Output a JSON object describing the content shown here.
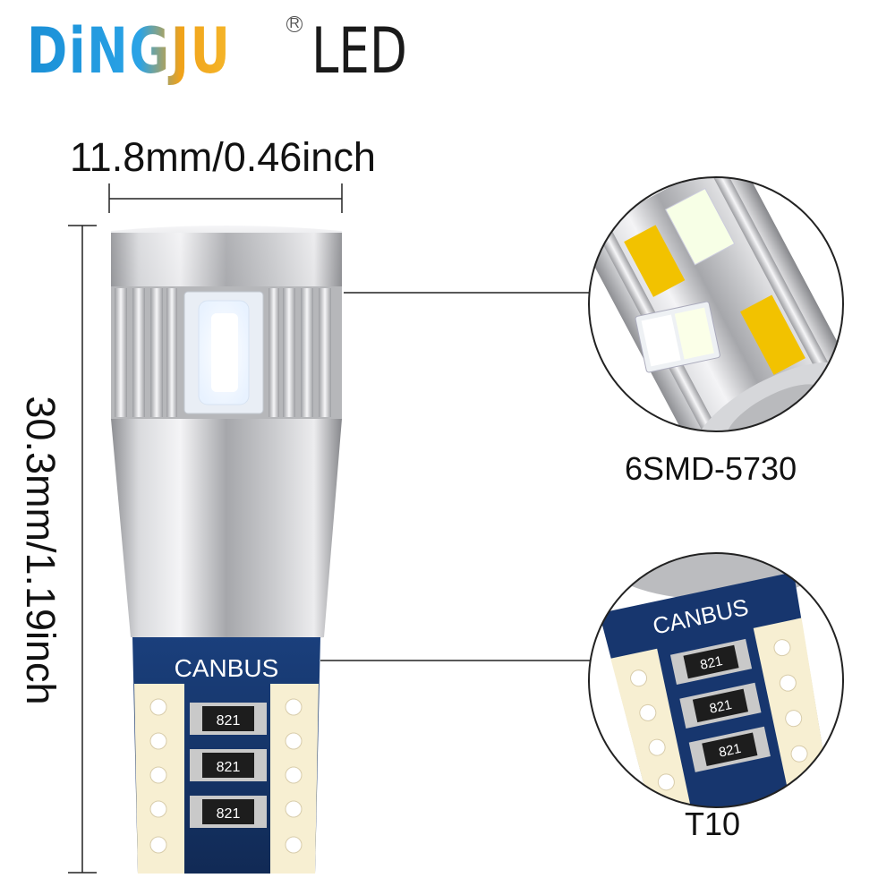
{
  "logo": {
    "brand": "DiNGJU",
    "registered": "R",
    "suffix": "LED"
  },
  "dimensions": {
    "width_label": "11.8mm/0.46inch",
    "height_label": "30.3mm/1.19inch"
  },
  "callouts": {
    "led_type": "6SMD-5730",
    "base_type": "T10"
  },
  "bulb": {
    "board_text": "CANBUS",
    "resistor_code": "821"
  },
  "colors": {
    "brand_blue": "#1a8fd6",
    "brand_orange": "#f0a21a",
    "pcb_blue": "#17366e",
    "led_white": "#ffffff",
    "led_yellow": "#f2c200"
  }
}
